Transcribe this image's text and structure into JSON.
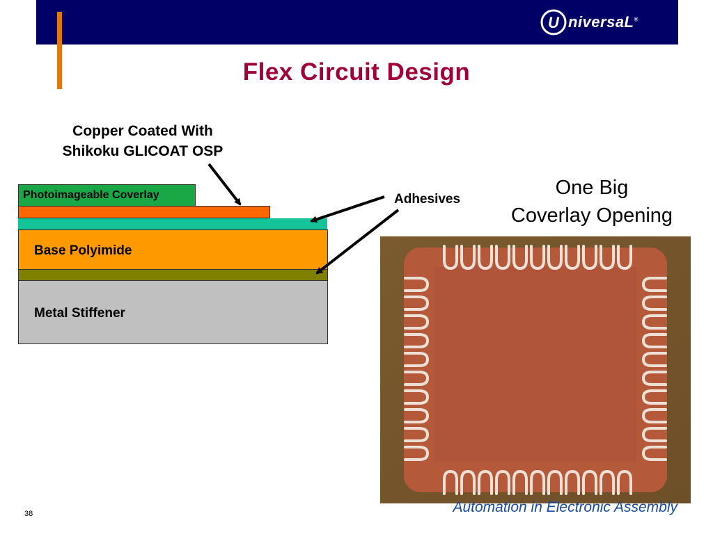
{
  "brand": {
    "logo_text": "niversaL",
    "logo_mark": "U",
    "logo_reg": "®"
  },
  "slide": {
    "title": "Flex Circuit Design",
    "page_number": "38",
    "footer_tagline": "Automation in Electronic Assembly"
  },
  "diagram": {
    "copper_label_line1": "Copper Coated With",
    "copper_label_line2": "Shikoku GLICOAT OSP",
    "adhesives_label": "Adhesives",
    "opening_label_line1": "One Big",
    "opening_label_line2": "Coverlay Opening",
    "layers": {
      "coverlay": "Photoimageable Coverlay",
      "base": "Base Polyimide",
      "stiffener": "Metal Stiffener"
    }
  },
  "colors": {
    "header": "#000066",
    "accent": "#e07810",
    "title": "#a0003a",
    "coverlay": "#1aa847",
    "copper": "#ff6600",
    "adhesive_top": "#15c398",
    "base": "#ff9900",
    "adhesive_bottom": "#808000",
    "stiffener": "#c0c0c0",
    "tagline": "#1a4aa0"
  }
}
